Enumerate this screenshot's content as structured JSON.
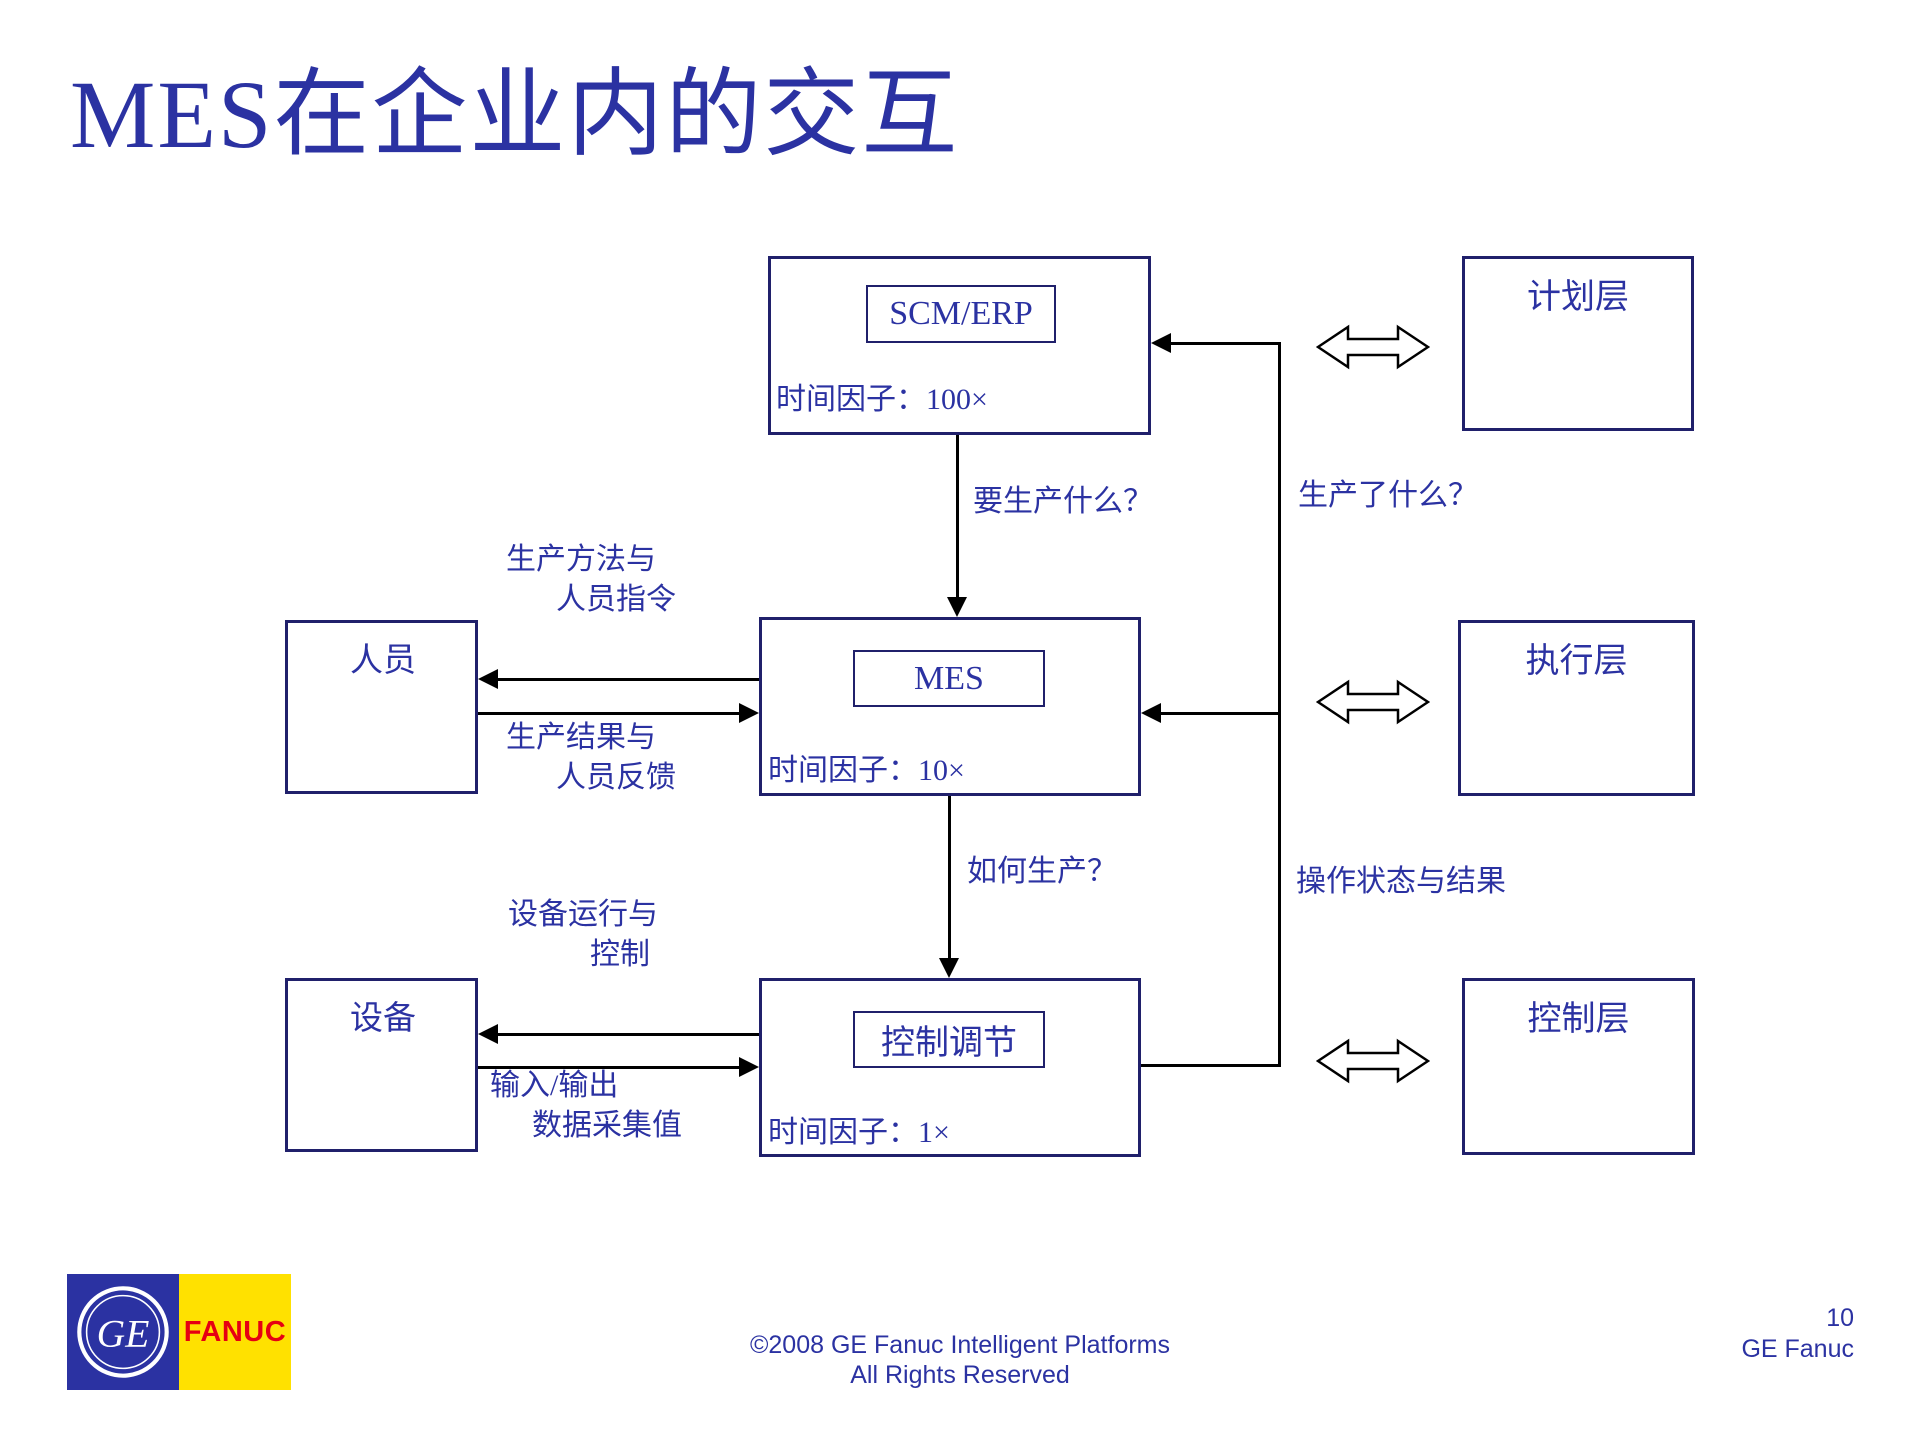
{
  "slide": {
    "title": "MES在企业内的交互",
    "footer": {
      "line1": "©2008 GE Fanuc Intelligent Platforms",
      "line2": "All Rights Reserved",
      "page_number": "10",
      "brand": "GE Fanuc"
    },
    "logo": {
      "ge": "GE",
      "fanuc": "FANUC"
    }
  },
  "colors": {
    "text_blue": "#2B32A2",
    "box_border": "#20206B",
    "arrow_black": "#000000",
    "fanuc_yellow": "#FFE100",
    "fanuc_red": "#E60012",
    "ge_blue": "#2B32A2"
  },
  "diagram": {
    "scm_erp": {
      "label": "SCM/ERP",
      "time_factor": "时间因子：100×"
    },
    "mes": {
      "label": "MES",
      "time_factor": "时间因子：10×"
    },
    "control": {
      "label": "控制调节",
      "time_factor": "时间因子：1×"
    },
    "layers": {
      "planning": "计划层",
      "execution": "执行层",
      "control": "控制层"
    },
    "personnel": "人员",
    "equipment": "设备",
    "flows": {
      "what_to_produce": "要生产什么？",
      "what_was_produced": "生产了什么？",
      "how_to_produce": "如何生产？",
      "operation_status": "操作状态与结果",
      "method_line1": "生产方法与",
      "method_line2": "人员指令",
      "result_line1": "生产结果与",
      "result_line2": "人员反馈",
      "equipment_run_line1": "设备运行与",
      "equipment_run_line2": "控制",
      "io_line1": "输入/输出",
      "io_line2": "数据采集值"
    }
  }
}
